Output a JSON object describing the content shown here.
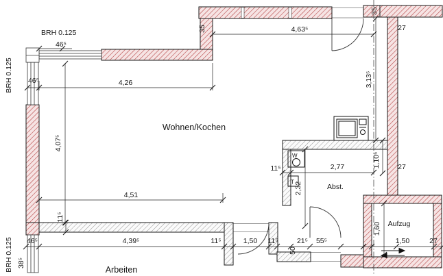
{
  "rooms": {
    "living_kitchen": "Wohnen/Kochen",
    "storage": "Abst.",
    "elevator": "Aufzug",
    "work": "Arbeiten"
  },
  "appliances": {
    "washer": "W",
    "dryer": "T"
  },
  "parapet_labels": {
    "top_left": "BRH 0.125",
    "left_upper": "BRH 0.125",
    "left_lower": "BRH 0.125"
  },
  "dimensions": {
    "top_width": "4,63⁵",
    "top_wall_thickness": "35",
    "top_right_wall_thickness": "35",
    "right_wall_thickness_top": "27",
    "upper_left_window": "46⁵",
    "left_upper_offset": "46⁵",
    "living_width_top": "4,26",
    "living_height": "4,07⁵",
    "right_height_upper": "3,13⁵",
    "storage_wall_thickness": "11⁵",
    "storage_width": "2,77",
    "right_height_mid": "1,10⁵",
    "right_wall_thickness_mid": "27",
    "storage_depth": "2,32",
    "living_width_bottom": "4,51",
    "bottom_wall_thickness": "11⁵",
    "elevator_width": "1,60",
    "bottom_left_offset": "46⁵",
    "work_width": "4,39⁵",
    "door_jamb_left": "11⁵",
    "door_width": "1,50",
    "door_jamb_right": "11⁵",
    "corridor_seg_a": "50",
    "corridor_seg_b": "21⁵",
    "corridor_seg_c": "55⁵",
    "elevator_depth": "1,50",
    "elevator_wall_thickness": "27",
    "bottom_left_wall": "38⁵"
  },
  "colors": {
    "exterior_wall_hatch": "#b23a3a",
    "exterior_wall_fill": "#f6e4e4",
    "interior_wall_hatch": "#8a8a8a",
    "line": "#1a1a1a"
  }
}
